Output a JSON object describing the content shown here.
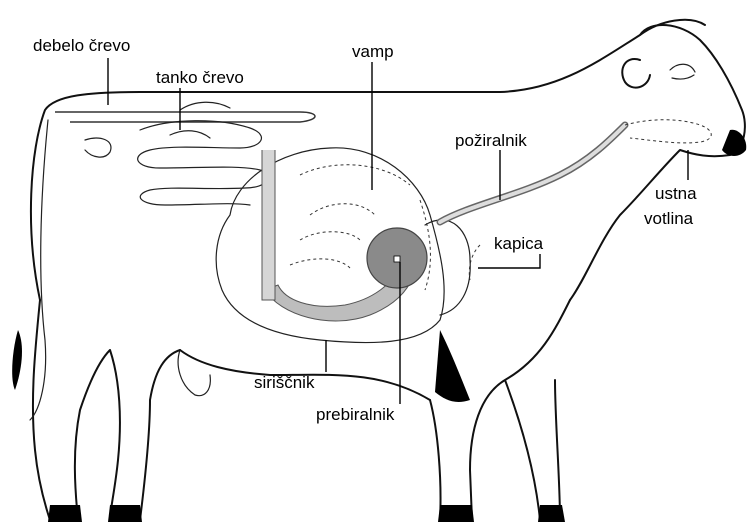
{
  "labels": {
    "debelo_crevo": "debelo črevo",
    "tanko_crevo": "tanko črevo",
    "vamp": "vamp",
    "poziralnik": "požiralnik",
    "ustna_votlina_1": "ustna",
    "ustna_votlina_2": "votlina",
    "kapica": "kapica",
    "siriscnik": "siriščnik",
    "prebiralnik": "prebiralnik"
  },
  "colors": {
    "outline": "#111111",
    "stomach_shading": "#bdbdbd",
    "omasum_fill": "#8a8a8a",
    "black_patches": "#000000"
  }
}
